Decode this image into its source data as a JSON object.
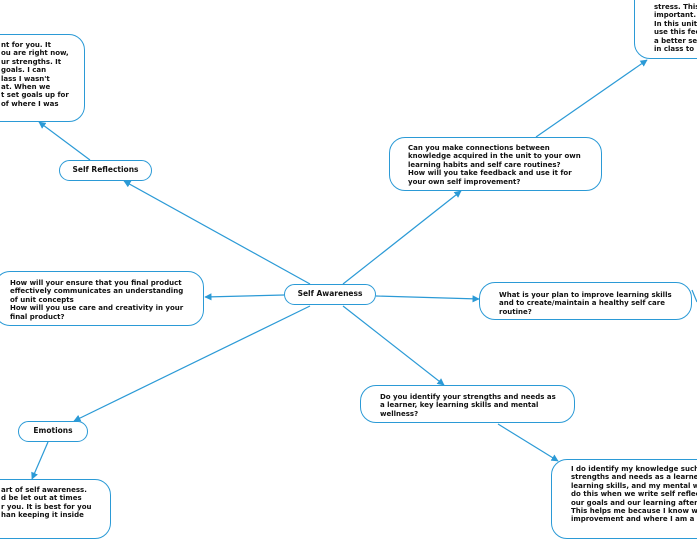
{
  "colors": {
    "line": "#2b9ad6",
    "node_border": "#2b9ad6",
    "text": "#111111",
    "background": "#ffffff"
  },
  "nodes": {
    "central": "Self Awareness",
    "self_reflections": "Self Reflections",
    "emotions": "Emotions",
    "question_connections": "Can you make connections between\nknowledge acquired in the unit to your own\nlearning habits and self care routines?\nHow will you take feedback and use it for\nyour own self improvement?",
    "question_final_product": "How will your ensure that you final product\neffectively communicates an understanding\nof unit concepts\nHow will you use care and creativity in your\nfinal product?",
    "question_plan": "What is your plan to improve learning skills\nand to create/maintain a healthy self care\nroutine?",
    "question_strengths": "Do you identify your strengths and needs as\na learner, key learning skills and mental\nwellness?",
    "answer_reflection": "nt for you. It\nou are right now,\nur strengths. It\ngoals. I can\nlass I wasn't\nat. When we\nt set goals up for\nof where I was",
    "answer_feedback": "stress. This\nimportant.\nIn this unit\nuse this fee\na better sel\nin class to l",
    "answer_emotions": "art of self awareness.\nd be let out at times\nr you. It is best for you\nhan keeping it inside",
    "answer_strengths": "I do identify my knowledge such\nstrengths and needs as a learne\nlearning skills, and my mental w\ndo this when we write self reflec\nour goals and our learning after\nThis helps me because I know w\nimprovement and where I am a"
  }
}
